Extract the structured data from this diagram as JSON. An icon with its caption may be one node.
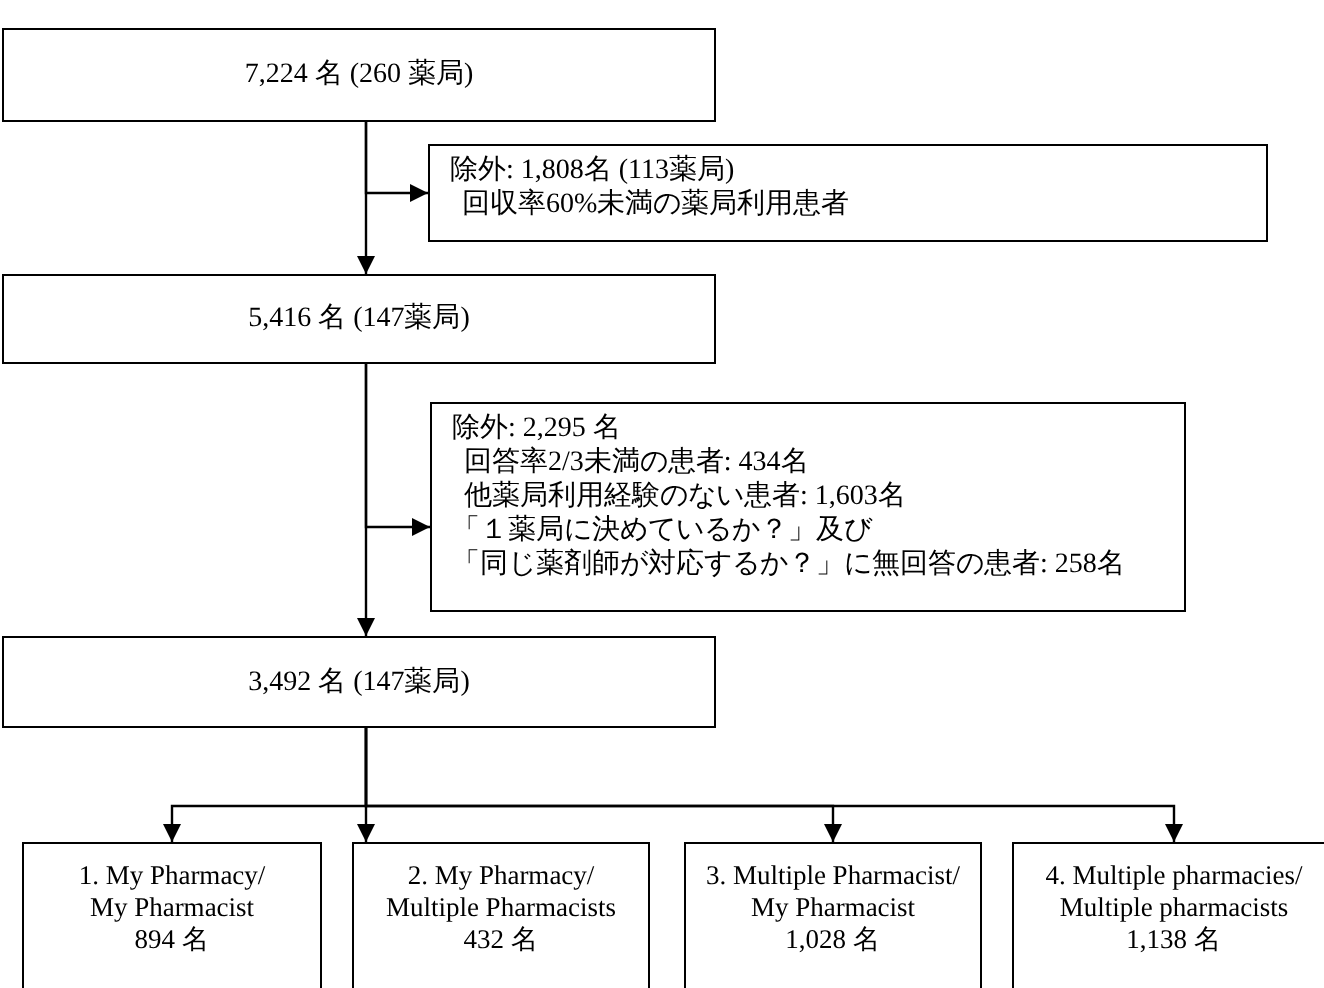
{
  "diagram": {
    "nodes": [
      {
        "text": [
          "7,224 名 (260 薬局)"
        ]
      },
      {
        "text": [
          "除外: 1,808名 (113薬局)",
          "回収率60%未満の薬局利用患者"
        ]
      },
      {
        "text": [
          "5,416 名 (147薬局)"
        ]
      },
      {
        "text": [
          "除外: 2,295 名",
          "回答率2/3未満の患者: 434名",
          "他薬局利用経験のない患者: 1,603名",
          "「１薬局に決めているか？」及び",
          "「同じ薬剤師が対応するか？」に無回答の患者: 258名"
        ]
      },
      {
        "text": [
          "3,492 名 (147薬局)"
        ]
      },
      {
        "text": [
          "1. My Pharmacy/",
          "My Pharmacist",
          "894 名"
        ]
      },
      {
        "text": [
          "2. My Pharmacy/",
          "Multiple Pharmacists",
          "432 名"
        ]
      },
      {
        "text": [
          "3. Multiple Pharmacist/",
          "My Pharmacist",
          "1,028 名"
        ]
      },
      {
        "text": [
          "4. Multiple pharmacies/",
          "Multiple pharmacists",
          "1,138 名"
        ]
      }
    ],
    "edges": [
      {
        "from": 0,
        "to": 1,
        "arrow": "to"
      },
      {
        "from": 0,
        "to": 2,
        "arrow": "to"
      },
      {
        "from": 2,
        "to": 3,
        "arrow": "to"
      },
      {
        "from": 2,
        "to": 4,
        "arrow": "to"
      },
      {
        "from": 4,
        "to": 5,
        "arrow": "to"
      },
      {
        "from": 4,
        "to": 6,
        "arrow": "to"
      },
      {
        "from": 4,
        "to": 7,
        "arrow": "to"
      },
      {
        "from": 4,
        "to": 8,
        "arrow": "to"
      }
    ]
  }
}
